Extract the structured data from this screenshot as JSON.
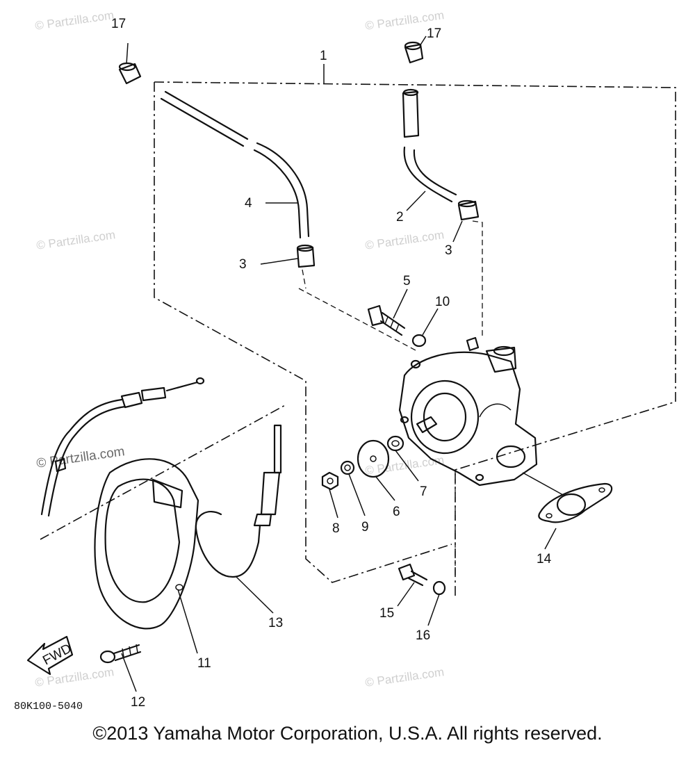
{
  "watermark": {
    "text": "© Partzilla.com",
    "highlight_text": "© Partzilla.com"
  },
  "callouts": [
    {
      "id": "1",
      "label": "1"
    },
    {
      "id": "2",
      "label": "2"
    },
    {
      "id": "3a",
      "label": "3"
    },
    {
      "id": "3b",
      "label": "3"
    },
    {
      "id": "4",
      "label": "4"
    },
    {
      "id": "5",
      "label": "5"
    },
    {
      "id": "6",
      "label": "6"
    },
    {
      "id": "7",
      "label": "7"
    },
    {
      "id": "8",
      "label": "8"
    },
    {
      "id": "9",
      "label": "9"
    },
    {
      "id": "10",
      "label": "10"
    },
    {
      "id": "11",
      "label": "11"
    },
    {
      "id": "12",
      "label": "12"
    },
    {
      "id": "13",
      "label": "13"
    },
    {
      "id": "14",
      "label": "14"
    },
    {
      "id": "15",
      "label": "15"
    },
    {
      "id": "16",
      "label": "16"
    },
    {
      "id": "17a",
      "label": "17"
    },
    {
      "id": "17b",
      "label": "17"
    }
  ],
  "fwd_arrow": {
    "label": "FWD"
  },
  "diagram_code": "80K100-5040",
  "copyright": "©2013 Yamaha Motor Corporation, U.S.A. All rights reserved."
}
